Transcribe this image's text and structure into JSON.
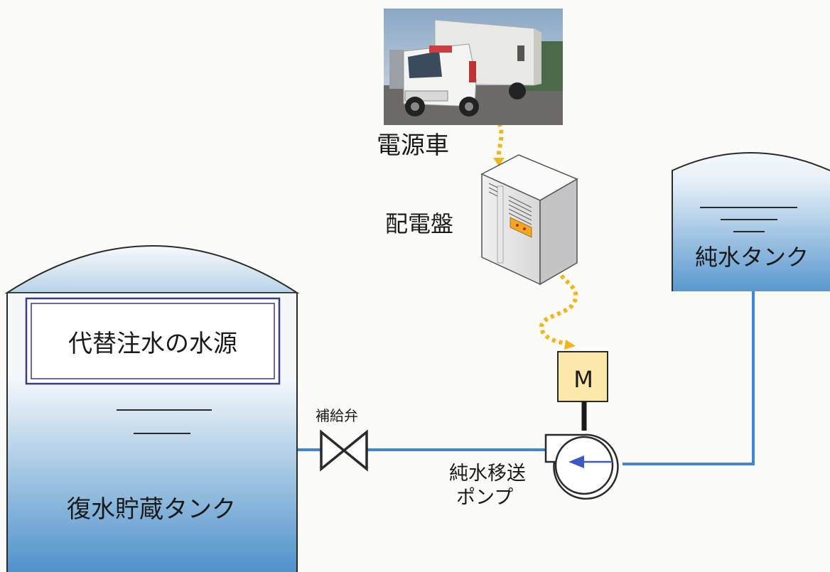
{
  "labels": {
    "power_vehicle": "電源車",
    "switchboard": "配電盤",
    "pure_water_tank": "純水タンク",
    "alt_water_source": "代替注水の水源",
    "makeup_valve": "補給弁",
    "pump_line1": "純水移送",
    "pump_line2": "ポンプ",
    "condensate_tank": "復水貯蔵タンク",
    "motor": "M"
  },
  "colors": {
    "pipe": "#3f86d9",
    "cable": "#f2b51e",
    "water_top": "#f4f8fb",
    "water_bottom": "#4b90c9",
    "outline": "#2a2a2a",
    "motor_fill": "#fbe8a8",
    "frame": "#3d3a86"
  }
}
